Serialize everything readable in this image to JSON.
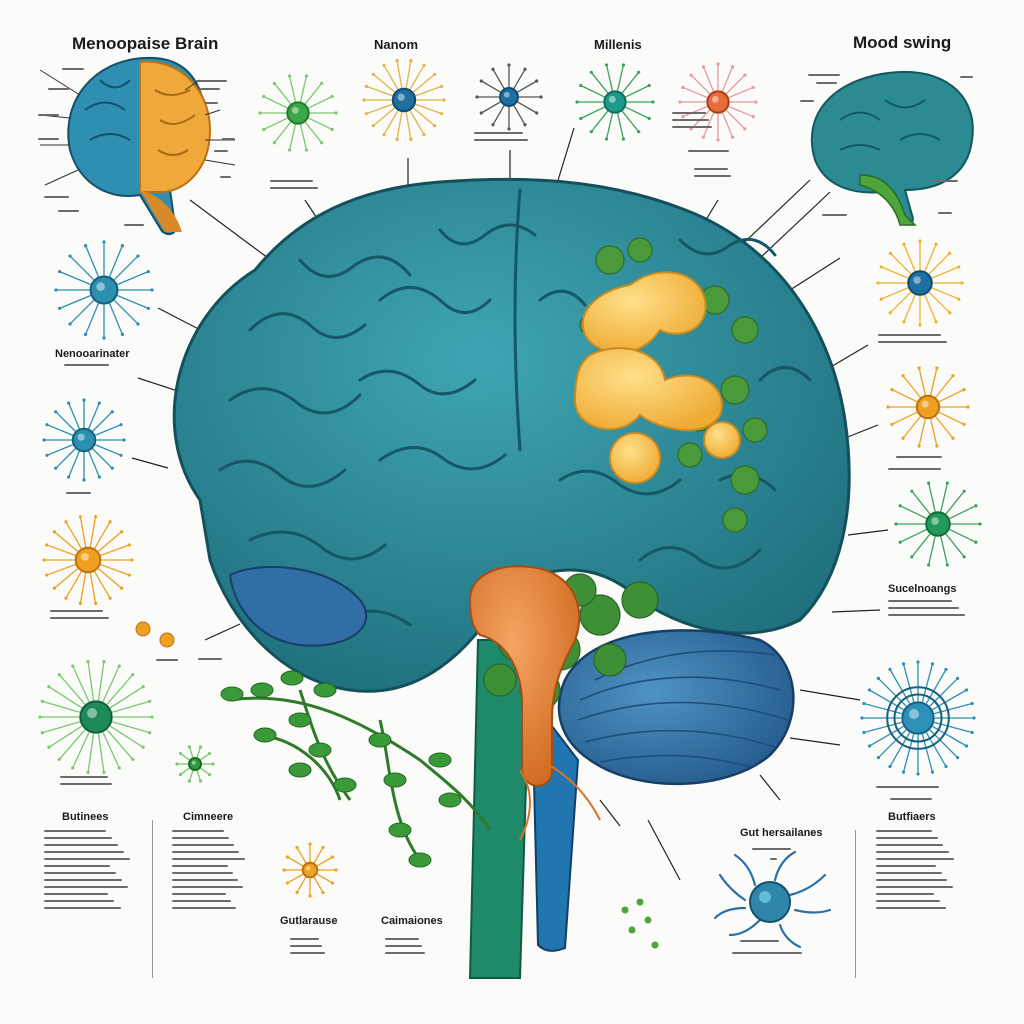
{
  "title": "Menoopaise Brain",
  "labels": {
    "nanom": "Nanom",
    "millenis": "Millenis",
    "mood_swing": "Mood swing",
    "neuro": "Nenooarinater",
    "succ": "Sucelnoangs",
    "gut_hormones": "Gut hersailanes",
    "butinees": "Butinees",
    "cimneere": "Cimneere",
    "gutlarause": "Gutlarause",
    "caimaiones": "Caimaiones",
    "butfiaers": "Butfiaers"
  },
  "colors": {
    "brain_teal": "#2f8f9c",
    "brain_dark": "#1d6b7a",
    "lobe_yellow": "#f7c45a",
    "gland_orange": "#e8873a",
    "foliage_green": "#4a9a3c",
    "cerebellum_blue": "#3a7fb0",
    "stem_green": "#1e8a6a"
  },
  "icons": [
    "neuron-icon",
    "receptor-icon",
    "hormone-molecule-icon"
  ]
}
